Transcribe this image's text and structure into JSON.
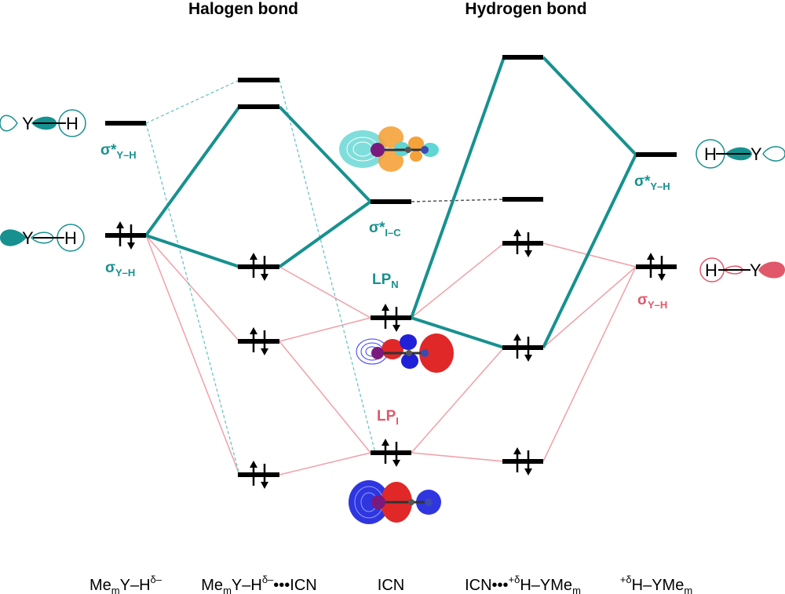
{
  "titles": {
    "halogen": "Halogen bond",
    "hydrogen": "Hydrogen bond"
  },
  "labels": {
    "sigma_star_left": {
      "main": "σ*",
      "sub": "Y–H"
    },
    "sigma_left": {
      "main": "σ",
      "sub": "Y–H"
    },
    "sigma_star_ic": {
      "main": "σ*",
      "sub": "I–C"
    },
    "lp_n": {
      "main": "LP",
      "sub": "N"
    },
    "lp_i": {
      "main": "LP",
      "sub": "I"
    },
    "sigma_star_right": {
      "main": "σ*",
      "sub": "Y–H"
    },
    "sigma_right": {
      "main": "σ",
      "sub": "Y–H"
    }
  },
  "atoms": {
    "y": "Y",
    "h": "H"
  },
  "columns": [
    {
      "pre": "Me",
      "s1": "m",
      "mid": "Y–H",
      "sup": "δ–",
      "post": ""
    },
    {
      "pre": "Me",
      "s1": "m",
      "mid": "Y–H",
      "sup": "δ–",
      "post": "•••ICN"
    },
    {
      "pre": "ICN",
      "s1": "",
      "mid": "",
      "sup": "",
      "post": ""
    },
    {
      "pre": "ICN•••",
      "sup": "+δ",
      "mid": "H–YMe",
      "s1": "m",
      "post": ""
    },
    {
      "pre": "",
      "sup": "+δ",
      "mid": "H–YMe",
      "s1": "m",
      "post": ""
    }
  ],
  "colors": {
    "teal": "#17918f",
    "red": "#e0586a",
    "level": "#000000",
    "connector_red": "#f0a0a8",
    "dash_gray": "#555555"
  }
}
